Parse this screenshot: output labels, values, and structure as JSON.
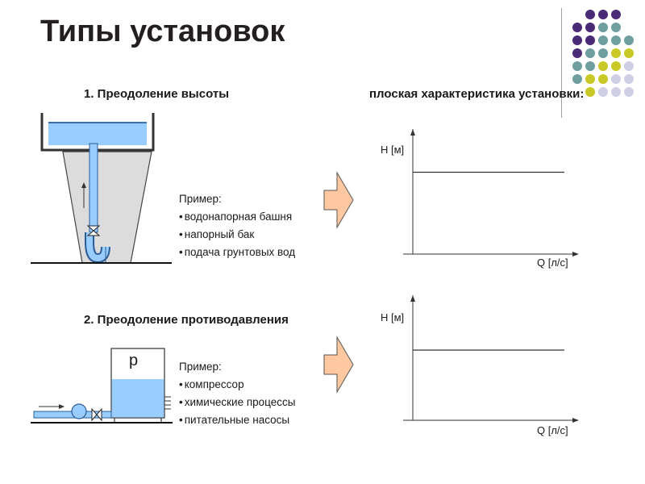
{
  "slide": {
    "title": "Типы установок",
    "right_heading": "плоская характеристика установки:"
  },
  "section1": {
    "heading": "1. Преодоление высоты",
    "example_label": "Пример:",
    "items": [
      "водонапорная башня",
      "напорный бак",
      "подача грунтовых вод"
    ]
  },
  "section2": {
    "heading": "2. Преодоление противодавления",
    "example_label": "Пример:",
    "items": [
      "компрессор",
      "химические процессы",
      "питательные насосы"
    ],
    "tank_label": "p"
  },
  "colors": {
    "water": "#99ccff",
    "arrow_fill": "#ffc8a0",
    "dots_purple": "#4b2c74",
    "dots_teal": "#6f9fa0",
    "dots_yellow": "#c9c925",
    "dots_lavender": "#cfcfe6"
  },
  "chart_data": [
    {
      "type": "line",
      "ylabel": "H [м]",
      "xlabel": "Q [л/с]",
      "series": [
        {
          "x": [
            0,
            1
          ],
          "y": [
            0.7,
            0.7
          ]
        }
      ]
    },
    {
      "type": "line",
      "ylabel": "H [м]",
      "xlabel": "Q [л/с]",
      "series": [
        {
          "x": [
            0,
            1
          ],
          "y": [
            0.6,
            0.6
          ]
        }
      ]
    }
  ]
}
